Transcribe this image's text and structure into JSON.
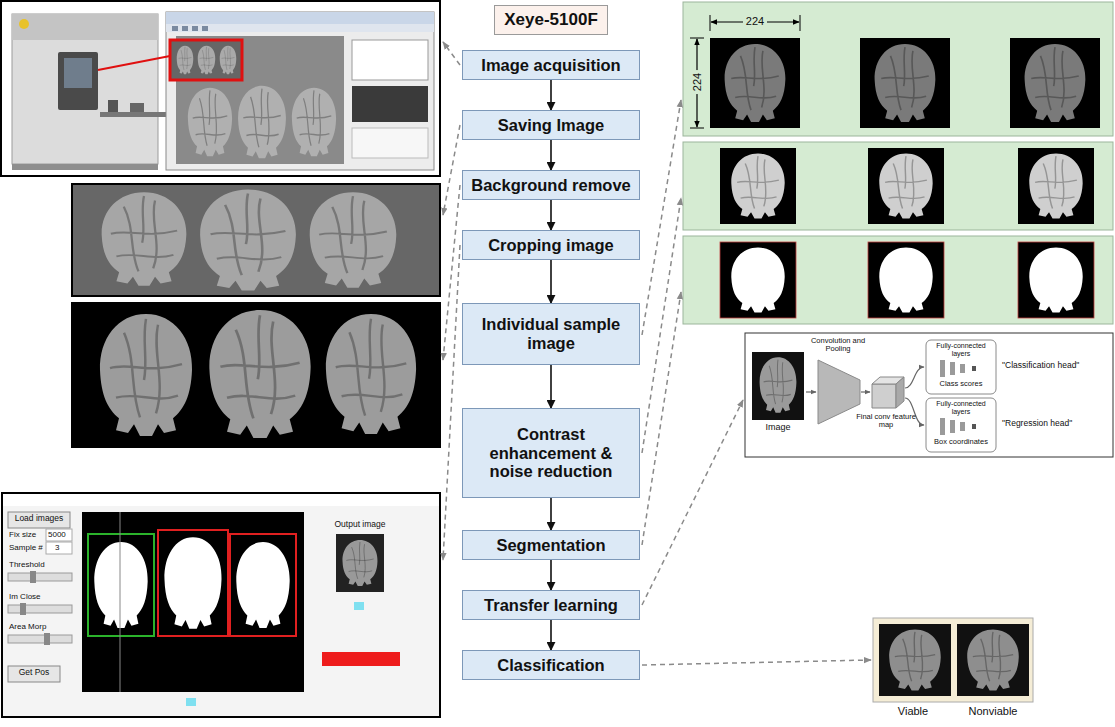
{
  "diagram": {
    "nodes": [
      {
        "text": [
          "Xeye-5100F"
        ]
      },
      {
        "text": [
          "Image acquisition"
        ]
      },
      {
        "text": [
          "Saving Image"
        ]
      },
      {
        "text": [
          "Background remove"
        ]
      },
      {
        "text": [
          "Cropping image"
        ]
      },
      {
        "text": [
          "Individual sample image"
        ]
      },
      {
        "text": [
          "Contrast enhancement & noise reduction"
        ]
      },
      {
        "text": [
          "Segmentation"
        ]
      },
      {
        "text": [
          "Transfer learning"
        ]
      },
      {
        "text": [
          "Classification"
        ]
      }
    ],
    "edges": [
      {
        "from": 1,
        "to": 2,
        "arrow": "to"
      },
      {
        "from": 2,
        "to": 3,
        "arrow": "to"
      },
      {
        "from": 3,
        "to": 4,
        "arrow": "to"
      },
      {
        "from": 4,
        "to": 5,
        "arrow": "to"
      },
      {
        "from": 5,
        "to": 6,
        "arrow": "to"
      },
      {
        "from": 6,
        "to": 7,
        "arrow": "to"
      },
      {
        "from": 7,
        "to": 8,
        "arrow": "to"
      },
      {
        "from": 8,
        "to": 9,
        "arrow": "to"
      }
    ],
    "labels": [
      "224",
      "224",
      "Load images",
      "Fix size",
      "5000",
      "Sample #",
      "3",
      "Threshold",
      "Im Close",
      "Area Morp",
      "Get Pos",
      "Output image",
      "Image",
      "Convolution and Pooling",
      "Final conv feature map",
      "Fully-connected layers",
      "Class scores",
      "Fully-connected layers",
      "Box coordinates",
      "\"Classification head\"",
      "\"Regression head\"",
      "Viable",
      "Nonviable"
    ]
  }
}
